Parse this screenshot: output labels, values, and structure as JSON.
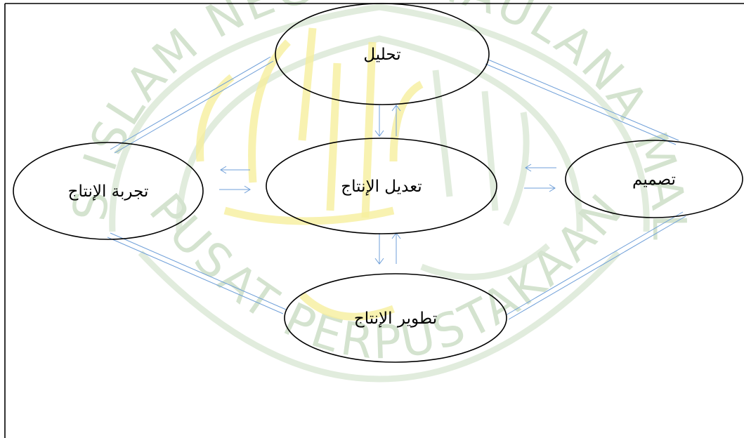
{
  "diagram": {
    "nodes": {
      "top": {
        "label": "تحليل"
      },
      "left": {
        "label": "تجربة الإنتاج"
      },
      "center": {
        "label": "تعديل الإنتاج"
      },
      "right": {
        "label": "تصميم"
      },
      "bottom": {
        "label": "تطوير الإنتاج"
      }
    },
    "colors": {
      "connector": "#6f9fd8",
      "node_outline": "#000000"
    }
  },
  "watermark": {
    "top_text": "UNIVERSITAS ISLAM NEGERI MAULANA MALIK IBRAHIM",
    "bottom_text": "PUSAT PERPUSTAKAAN"
  }
}
